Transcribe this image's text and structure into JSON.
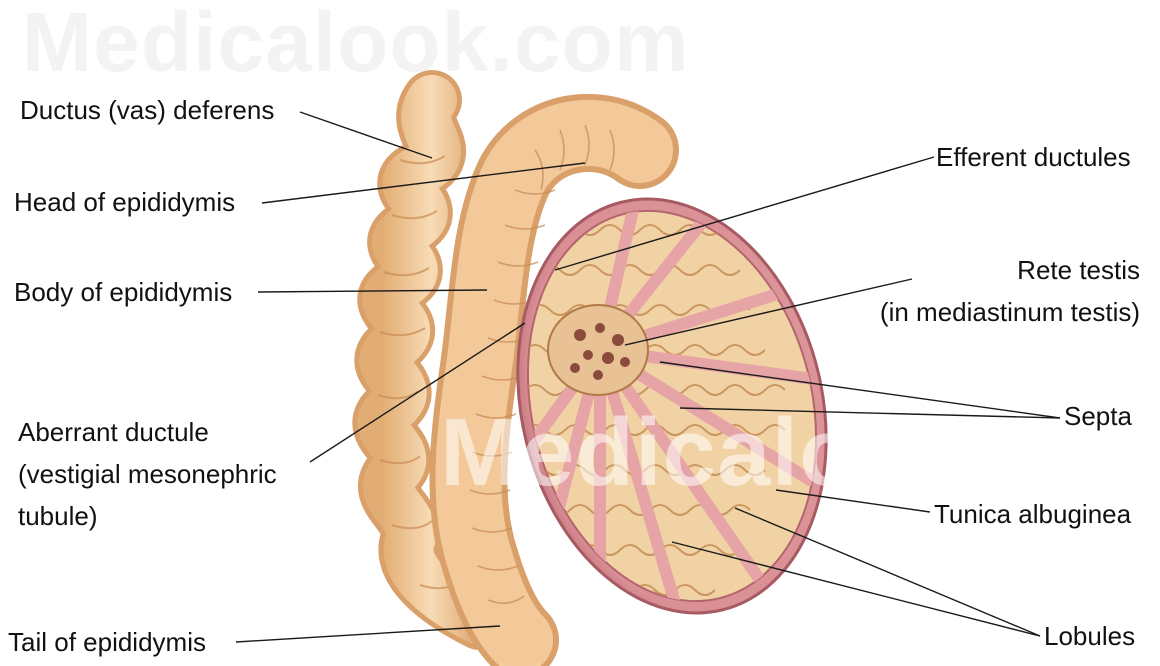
{
  "watermark": {
    "top": "Medicalook.com",
    "middle": "Medicalook.com"
  },
  "labels": {
    "ductus_deferens": "Ductus (vas) deferens",
    "head_epididymis": "Head of epididymis",
    "body_epididymis": "Body of epididymis",
    "aberrant_line1": "Aberrant ductule",
    "aberrant_line2": "(vestigial mesonephric",
    "aberrant_line3": "tubule)",
    "tail_epididymis": "Tail of epididymis",
    "efferent_ductules": "Efferent ductules",
    "rete_line1": "Rete testis",
    "rete_line2": "(in mediastinum testis)",
    "septa": "Septa",
    "tunica_albuginea": "Tunica albuginea",
    "lobules": "Lobules"
  },
  "colors": {
    "duct": "#f3c99a",
    "duct_shade": "#d9a06a",
    "tunica": "#d98f95",
    "tunica_dark": "#b4656d",
    "lobule_fill": "#f1d2a4",
    "tubule": "#c58d55",
    "septum": "#e6a4a6",
    "leader": "#1a1a1a"
  }
}
